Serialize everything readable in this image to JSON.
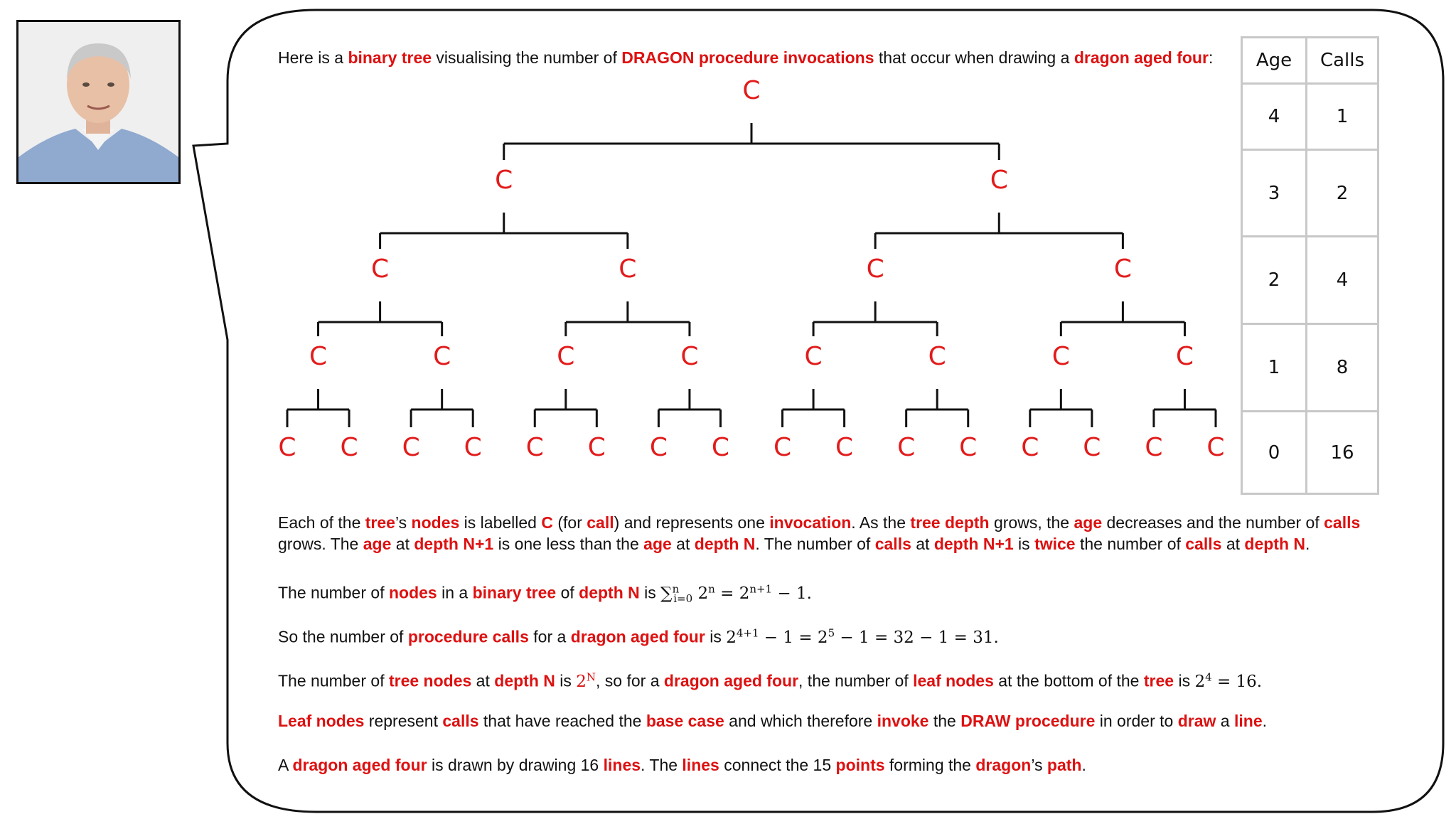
{
  "intro": {
    "t1": "Here is a ",
    "binary_tree": "binary tree",
    "t2": " visualising the number of ",
    "dragon_invocations": "DRAGON procedure invocations",
    "t3": " that occur when drawing a ",
    "dragon_aged_four": "dragon aged four",
    "t4": ":"
  },
  "tree": {
    "node_label": "C",
    "levels": [
      {
        "age": 4,
        "calls": 1
      },
      {
        "age": 3,
        "calls": 2
      },
      {
        "age": 2,
        "calls": 4
      },
      {
        "age": 1,
        "calls": 8
      },
      {
        "age": 0,
        "calls": 16
      }
    ]
  },
  "table": {
    "header_age": "Age",
    "header_calls": "Calls",
    "rows": [
      {
        "age": "4",
        "calls": "1"
      },
      {
        "age": "3",
        "calls": "2"
      },
      {
        "age": "2",
        "calls": "4"
      },
      {
        "age": "1",
        "calls": "8"
      },
      {
        "age": "0",
        "calls": "16"
      }
    ]
  },
  "colors": {
    "accent": "#dd1111",
    "node": "#e21b1b",
    "table_border": "#c8c8c8"
  },
  "p1": {
    "a": "Each of the ",
    "b": "tree",
    "c": "’s ",
    "d": "nodes",
    "e": " is labelled ",
    "f": "C",
    "g": " (for ",
    "h": "call",
    "i": ") and represents one ",
    "j": "invocation",
    "k": ". As the ",
    "l": "tree depth",
    "m": " grows, the ",
    "n": "age",
    "o": " decreases and the number of ",
    "p": "calls",
    "q": "grows. The ",
    "r": "age",
    "s": " at ",
    "t": "depth N+1",
    "u": " is one less than the ",
    "v": "age",
    "w": " at ",
    "x": "depth N",
    "y": ". The number of ",
    "z": "calls",
    "aa": " at ",
    "ab": "depth N+1",
    "ac": " is ",
    "ad": "twice",
    "ae": " the number of ",
    "af": "calls",
    "ag": " at ",
    "ah": "depth N",
    "ai": "."
  },
  "p2": {
    "a": "The number of ",
    "b": "nodes",
    "c": " in a ",
    "d": "binary tree",
    "e": " of ",
    "f": "depth N",
    "g": " is ",
    "sum": "∑",
    "sub": "i=0",
    "sup": "n",
    "m1": " 2",
    "m1sup": "n",
    "m2": " = 2",
    "m2sup": "n+1",
    "m3": " − 1."
  },
  "p3": {
    "a": "So the number of ",
    "b": "procedure calls",
    "c": " for a ",
    "d": "dragon aged four",
    "e": " is ",
    "m1": "2",
    "m1sup": "4+1",
    "m2": " − 1 = 2",
    "m2sup": "5",
    "m3": " − 1 = 32 − 1 = 31."
  },
  "p4": {
    "a": "The number of ",
    "b": "tree nodes",
    "c": " at ",
    "d": "depth N",
    "e": " is ",
    "m1": "2",
    "m1sup": "N",
    "f": ", so for a ",
    "g": "dragon aged four",
    "h": ", the number of ",
    "i": "leaf nodes",
    "j": " at the bottom of the ",
    "k": "tree",
    "l": " is ",
    "m2": "2",
    "m2sup": "4",
    "m3": " = 16."
  },
  "p5": {
    "a": "Leaf nodes",
    "b": " represent ",
    "c": "calls",
    "d": " that have reached the ",
    "e": "base case",
    "f": " and which therefore ",
    "g": "invoke",
    "h": " the ",
    "i": "DRAW procedure",
    "j": " in order to ",
    "k": "draw",
    "l": " a ",
    "m": "line",
    "n": "."
  },
  "p6": {
    "a": "A ",
    "b": "dragon aged four",
    "c": " is drawn by drawing 16 ",
    "d": "lines",
    "e": ". The ",
    "f": "lines",
    "g": " connect the 15 ",
    "h": "points",
    "i": " forming the ",
    "j": "dragon",
    "k": "’s ",
    "l": "path",
    "m": "."
  }
}
